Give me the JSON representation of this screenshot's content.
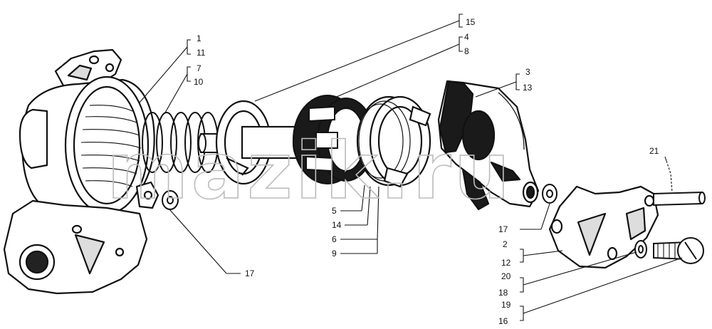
{
  "watermark": "mazik.ru",
  "callouts": {
    "c1": "1",
    "c11": "11",
    "c7": "7",
    "c10": "10",
    "c15": "15",
    "c4": "4",
    "c8": "8",
    "c3": "3",
    "c13": "13",
    "c21": "21",
    "c5": "5",
    "c14": "14",
    "c6": "6",
    "c9": "9",
    "c17a": "17",
    "c17b": "17",
    "c2": "2",
    "c12": "12",
    "c20": "20",
    "c18": "18",
    "c19": "19",
    "c16": "16"
  },
  "colors": {
    "ink": "#111111",
    "rubber": "#1a1a1a",
    "watermark": "#bcbcbc"
  }
}
